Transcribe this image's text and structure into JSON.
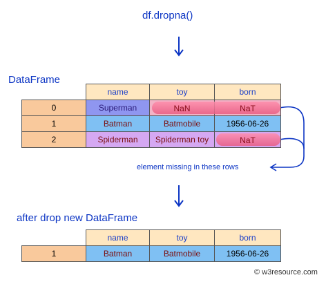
{
  "code": "df.dropna()",
  "top_label": "DataFrame",
  "bottom_label": "after drop new DataFrame",
  "annotation": "element missing in these rows",
  "watermark": "© w3resource.com",
  "columns": [
    "name",
    "toy",
    "born"
  ],
  "top_rows": [
    {
      "index": "0",
      "name": "Superman",
      "toy": "NaN",
      "born": "NaT"
    },
    {
      "index": "1",
      "name": "Batman",
      "toy": "Batmobile",
      "born": "1956-06-26"
    },
    {
      "index": "2",
      "name": "Spiderman",
      "toy": "Spiderman toy",
      "born": "NaT"
    }
  ],
  "bottom_rows": [
    {
      "index": "1",
      "name": "Batman",
      "toy": "Batmobile",
      "born": "1956-06-26"
    }
  ],
  "colors": {
    "accent_blue": "#0c35c4",
    "header_bg": "#ffe7c0",
    "index_bg": "#f9c99c",
    "missing_highlight": "#ff6f95"
  }
}
